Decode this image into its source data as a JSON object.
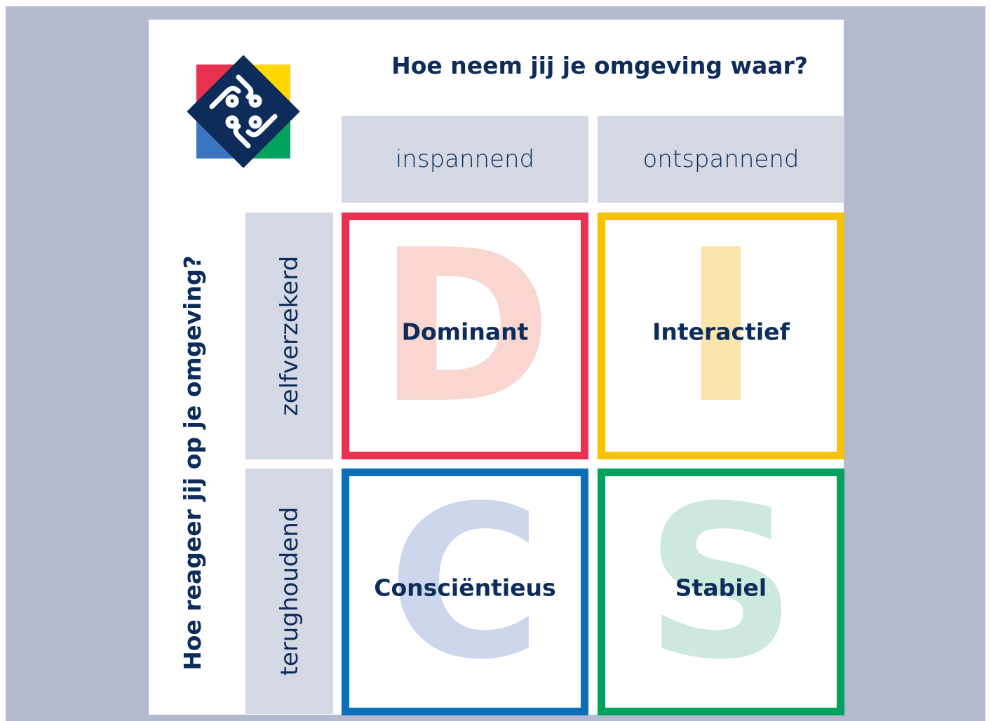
{
  "diagram": {
    "title_top": "Hoe neem jij je omgeving waar?",
    "title_side": "Hoe reageer jij op je omgeving?",
    "columns": [
      "inspannend",
      "ontspannend"
    ],
    "rows": [
      "zelfverzekerd",
      "terughoudend"
    ],
    "quadrants": [
      {
        "letter": "D",
        "label": "Dominant",
        "border_color": "#e8324f",
        "letter_color": "#f9d6cf"
      },
      {
        "letter": "I",
        "label": "Interactief",
        "border_color": "#f5c300",
        "letter_color": "#fbe5ad"
      },
      {
        "letter": "C",
        "label": "Consciëntieus",
        "border_color": "#0a6fb8",
        "letter_color": "#ccd6ec"
      },
      {
        "letter": "S",
        "label": "Stabiel",
        "border_color": "#00a25d",
        "letter_color": "#cde8dc"
      }
    ]
  },
  "logo": {
    "icon": "disc-logo-icon",
    "colors": [
      "#e8324f",
      "#ffd700",
      "#3a76c0",
      "#00a25d",
      "#0e2c5a"
    ]
  }
}
